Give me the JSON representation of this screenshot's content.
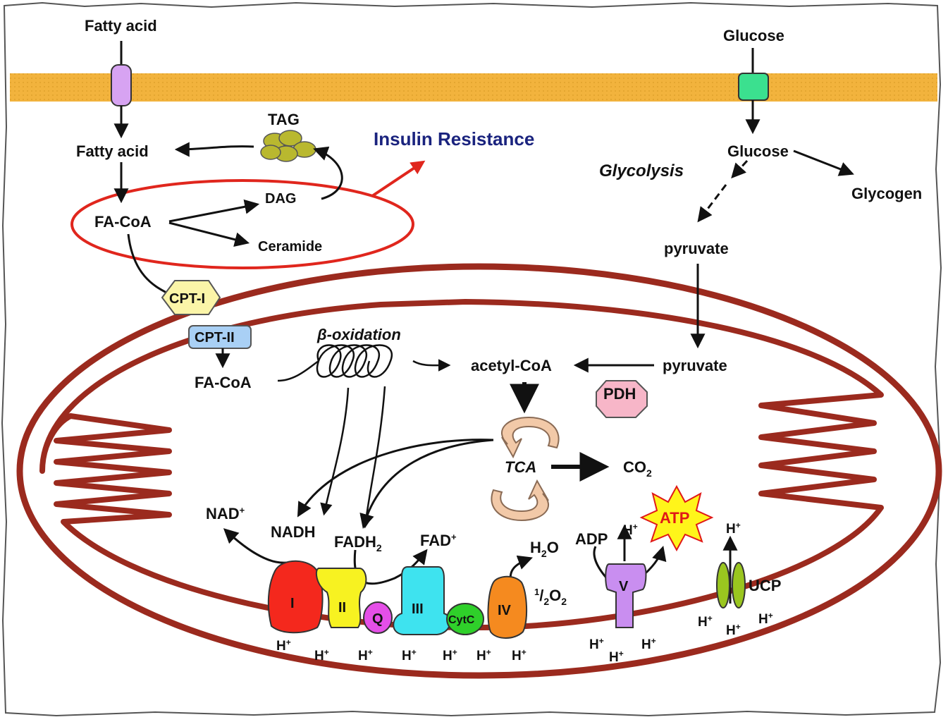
{
  "labels": {
    "fatty_acid_top": "Fatty acid",
    "fatty_acid": "Fatty acid",
    "tag": "TAG",
    "dag": "DAG",
    "fa_coa_cyto": "FA-CoA",
    "ceramide": "Ceramide",
    "insulin_resistance": "Insulin Resistance",
    "cpt1": "CPT-I",
    "cpt2": "CPT-II",
    "fa_coa_mito": "FA-CoA",
    "beta_oxidation": "β-oxidation",
    "acetyl_coa": "acetyl-CoA",
    "pyruvate_mito": "pyruvate",
    "pdh": "PDH",
    "tca": "TCA",
    "co2": "CO",
    "co2_sub": "2",
    "glucose_top": "Glucose",
    "glucose": "Glucose",
    "glycolysis": "Glycolysis",
    "glycogen": "Glycogen",
    "pyruvate_cyto": "pyruvate",
    "nad": "NAD",
    "nad_sup": "+",
    "nadh": "NADH",
    "fadh2": "FADH",
    "fadh2_sub": "2",
    "fad": "FAD",
    "fad_sup": "+",
    "h2o": "H",
    "h2o_sub": "2",
    "h2o_o": "O",
    "half_o2_num": "1",
    "half_o2_den": "2",
    "half_o2_o": "O",
    "half_o2_sub": "2",
    "adp": "ADP",
    "atp": "ATP",
    "ucp": "UCP",
    "hplus": "H",
    "hplus_sup": "+",
    "complex_1": "I",
    "complex_2": "II",
    "complex_q": "Q",
    "complex_3": "III",
    "complex_cytc": "CytC",
    "complex_4": "IV",
    "complex_5": "V"
  },
  "colors": {
    "membrane": "#f2b33d",
    "mito_membrane": "#9b2a1e",
    "highlight_ring": "#e0261d",
    "insulin_text": "#1a237e",
    "complex_1": "#f4281d",
    "complex_2": "#f7f221",
    "complex_q": "#e54fe8",
    "complex_3": "#3ee3ef",
    "complex_cytc": "#2fd02a",
    "complex_4": "#f58a1f",
    "complex_5": "#c98ef0",
    "atp_star": "#fff51a",
    "atp_text": "#e01818",
    "cpt1": "#fbf5a8",
    "cpt2": "#a9d0f5",
    "pdh": "#f7b6c8",
    "fa_transporter": "#d7a3f2",
    "glucose_transporter": "#3be08f",
    "tag_droplets": "#b9b82f",
    "ucp": "#9ac61f",
    "tca_arrows": "#f2c9a8"
  }
}
